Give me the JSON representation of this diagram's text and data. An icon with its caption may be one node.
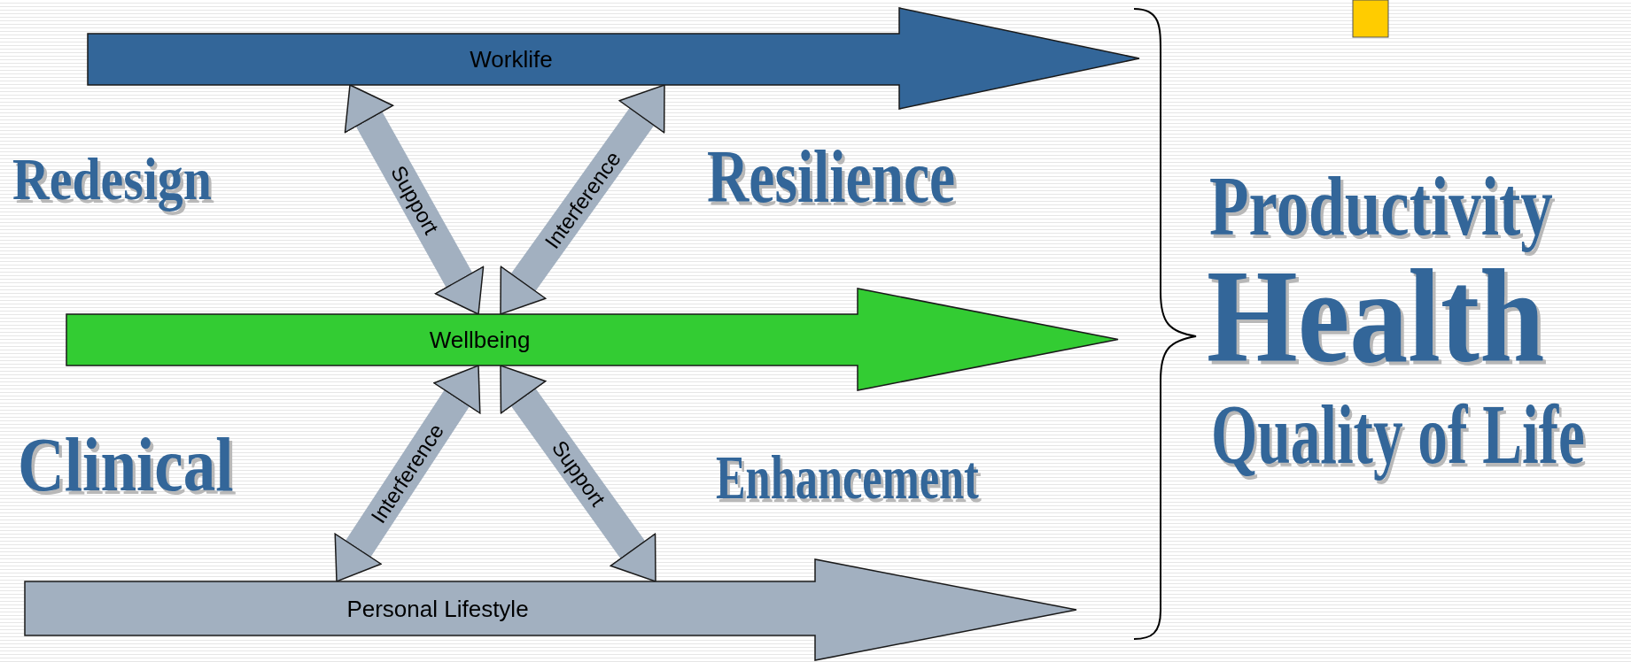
{
  "diagram": {
    "nodes": [
      {
        "text": [
          "Worklife"
        ]
      },
      {
        "text": [
          "Wellbeing"
        ]
      },
      {
        "text": [
          "Personal Lifestyle"
        ]
      }
    ],
    "edges": [
      {
        "from": 0,
        "to": 1,
        "arrow": "both",
        "label": "Support"
      },
      {
        "from": 0,
        "to": 1,
        "arrow": "both",
        "label": "Interference"
      },
      {
        "from": 1,
        "to": 2,
        "arrow": "both",
        "label": "Interference"
      },
      {
        "from": 1,
        "to": 2,
        "arrow": "both",
        "label": "Support"
      }
    ],
    "labels": [
      "Redesign",
      "Resilience",
      "Clinical",
      "Enhancement",
      "Productivity",
      "Health",
      "Quality of Life"
    ]
  }
}
